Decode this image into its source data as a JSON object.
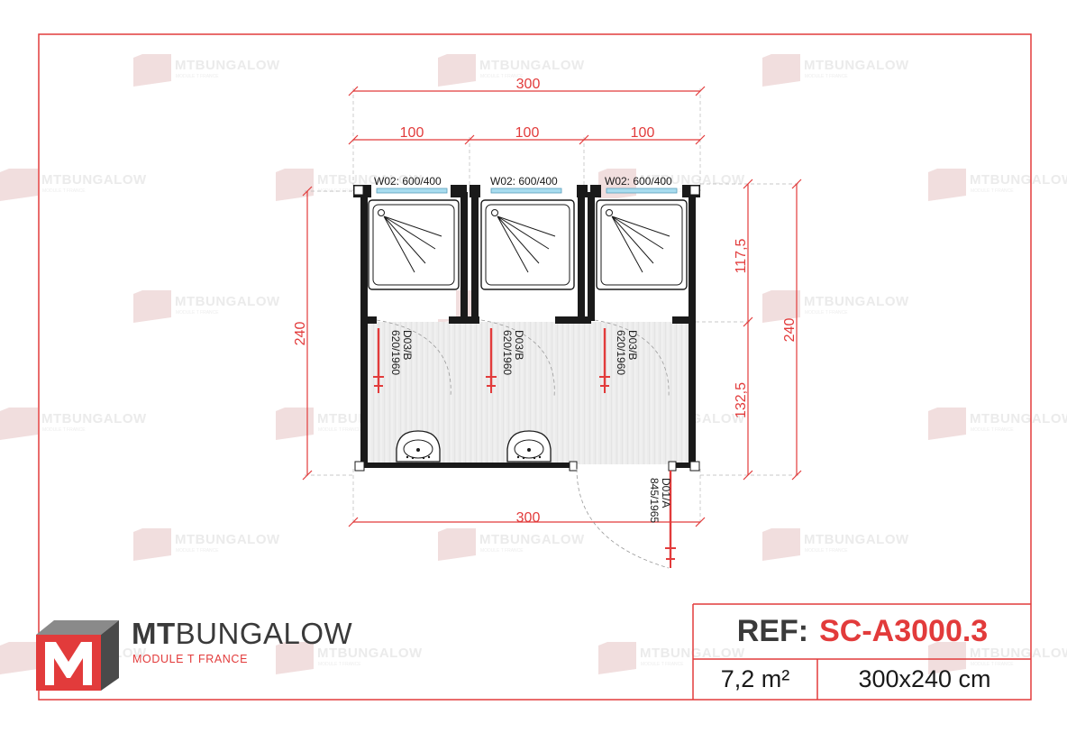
{
  "watermark": {
    "brand": "MTBUNGALOW",
    "tagline": "MODULE T FRANCE"
  },
  "logo": {
    "brand_bold": "MT",
    "brand_rest": "BUNGALOW",
    "tagline": "MODULE T FRANCE"
  },
  "info": {
    "ref_label": "REF:",
    "ref_value": "SC-A3000.3",
    "area": "7,2 m²",
    "size": "300x240 cm"
  },
  "dimensions": {
    "top_total": "300",
    "top_segments": [
      "100",
      "100",
      "100"
    ],
    "bottom_total": "300",
    "left_total": "240",
    "right_total": "240",
    "right_upper": "117,5",
    "right_lower": "132,5"
  },
  "windows": [
    "W02: 600/400",
    "W02: 600/400",
    "W02: 600/400"
  ],
  "inner_doors": [
    {
      "type": "D03/B",
      "size": "620/1960"
    },
    {
      "type": "D03/B",
      "size": "620/1960"
    },
    {
      "type": "D03/B",
      "size": "620/1960"
    }
  ],
  "entrance_door": {
    "type": "D01/A",
    "size": "845/1965"
  },
  "colors": {
    "accent": "#e23b3b",
    "wall": "#1a1a1a",
    "text_dark": "#3a3a3a",
    "floor": "#e9e9e9"
  }
}
